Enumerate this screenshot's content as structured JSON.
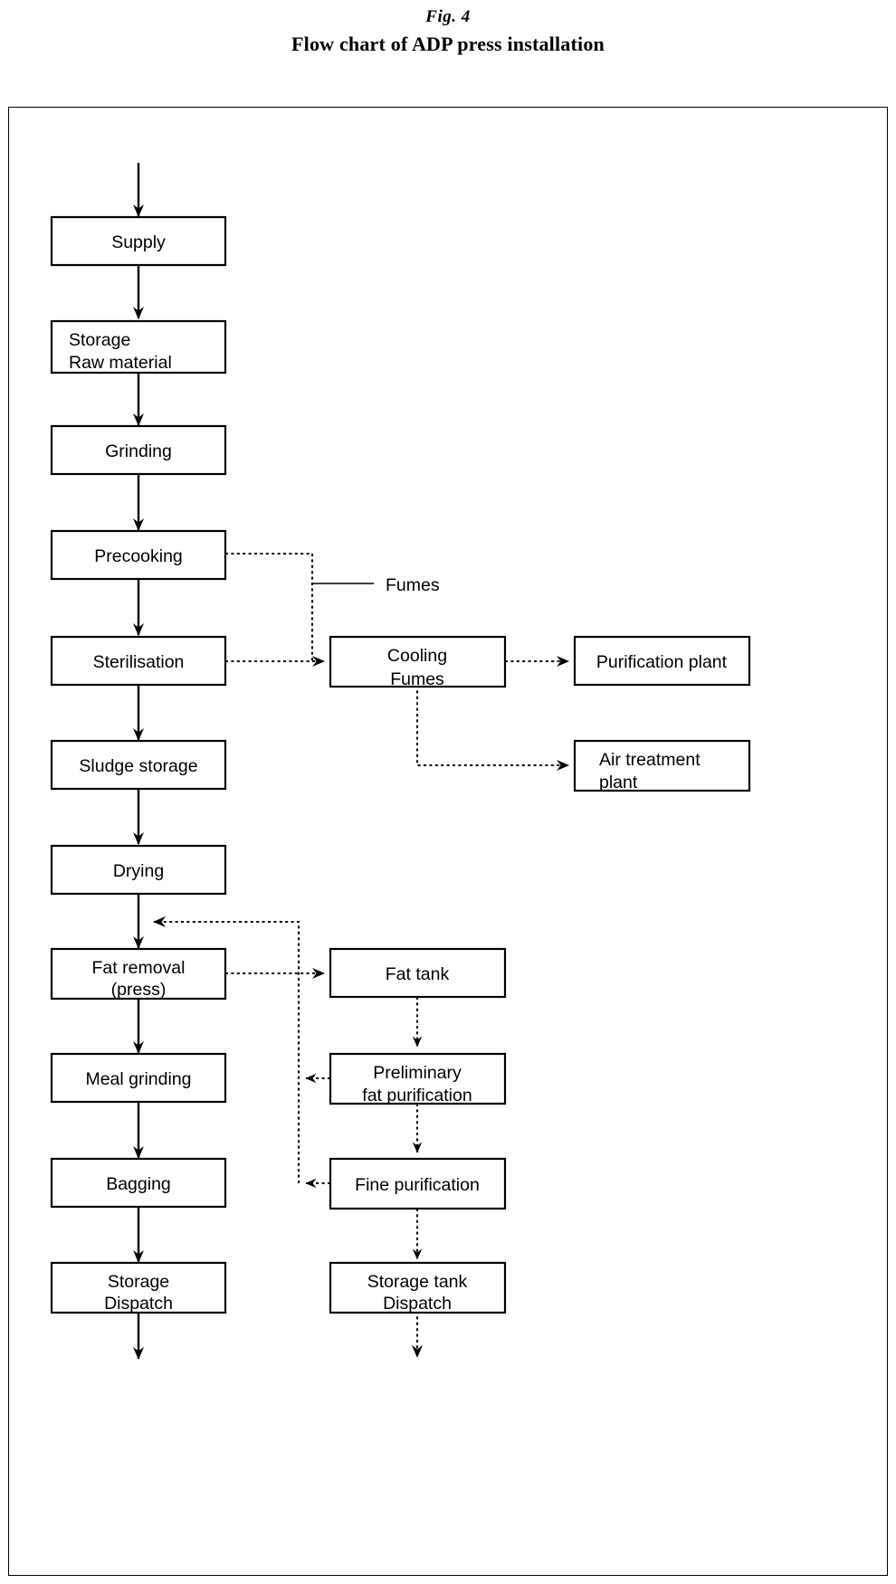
{
  "title": {
    "fig": "Fig. 4",
    "subtitle": "Flow chart of ADP press installation"
  },
  "diagram": {
    "type": "flowchart",
    "orientation": "top-to-bottom",
    "style": {
      "box_stroke": "#000000",
      "box_fill": "#ffffff",
      "solid_flow": "solid black arrow",
      "by_product_flow": "dotted black arrow"
    },
    "main_line_label": "Fumes",
    "nodes": [
      {
        "id": "supply",
        "label": "Supply",
        "column": "left",
        "align": "center"
      },
      {
        "id": "storage-raw",
        "label": "Storage\nRaw material",
        "column": "left",
        "align": "left"
      },
      {
        "id": "grinding",
        "label": "Grinding",
        "column": "left",
        "align": "center"
      },
      {
        "id": "precooking",
        "label": "Precooking",
        "column": "left",
        "align": "center"
      },
      {
        "id": "sterilisation",
        "label": "Sterilisation",
        "column": "left",
        "align": "center"
      },
      {
        "id": "sludge-storage",
        "label": "Sludge storage",
        "column": "left",
        "align": "center"
      },
      {
        "id": "drying",
        "label": "Drying",
        "column": "left",
        "align": "center"
      },
      {
        "id": "fat-removal",
        "label": "Fat removal\n(press)",
        "column": "left",
        "align": "center"
      },
      {
        "id": "meal-grinding",
        "label": "Meal grinding",
        "column": "left",
        "align": "center"
      },
      {
        "id": "bagging",
        "label": "Bagging",
        "column": "left",
        "align": "center"
      },
      {
        "id": "storage-dispatch",
        "label": "Storage\nDispatch",
        "column": "left",
        "align": "center"
      },
      {
        "id": "cooling-fumes",
        "label": "Cooling\nFumes",
        "column": "middle",
        "align": "center"
      },
      {
        "id": "fat-tank",
        "label": "Fat tank",
        "column": "middle",
        "align": "center"
      },
      {
        "id": "prelim-fat",
        "label": "Preliminary\nfat purification",
        "column": "middle",
        "align": "center"
      },
      {
        "id": "fine-purification",
        "label": "Fine purification",
        "column": "middle",
        "align": "center"
      },
      {
        "id": "storage-tank",
        "label": "Storage tank\nDispatch",
        "column": "middle",
        "align": "center"
      },
      {
        "id": "purification-plant",
        "label": "Purification plant",
        "column": "right",
        "align": "center"
      },
      {
        "id": "air-treatment",
        "label": "Air treatment\nplant",
        "column": "right",
        "align": "left"
      }
    ],
    "edges": [
      {
        "from": "input",
        "to": "supply",
        "style": "solid"
      },
      {
        "from": "supply",
        "to": "storage-raw",
        "style": "solid"
      },
      {
        "from": "storage-raw",
        "to": "grinding",
        "style": "solid"
      },
      {
        "from": "grinding",
        "to": "precooking",
        "style": "solid"
      },
      {
        "from": "precooking",
        "to": "sterilisation",
        "style": "solid"
      },
      {
        "from": "sterilisation",
        "to": "sludge-storage",
        "style": "solid"
      },
      {
        "from": "sludge-storage",
        "to": "drying",
        "style": "solid"
      },
      {
        "from": "drying",
        "to": "fat-removal",
        "style": "solid"
      },
      {
        "from": "fat-removal",
        "to": "meal-grinding",
        "style": "solid"
      },
      {
        "from": "meal-grinding",
        "to": "bagging",
        "style": "solid"
      },
      {
        "from": "bagging",
        "to": "storage-dispatch",
        "style": "solid"
      },
      {
        "from": "storage-dispatch",
        "to": "output",
        "style": "solid"
      },
      {
        "from": "precooking",
        "to": "cooling-fumes",
        "style": "dotted",
        "label": "Fumes"
      },
      {
        "from": "sterilisation",
        "to": "cooling-fumes",
        "style": "dotted"
      },
      {
        "from": "cooling-fumes",
        "to": "purification-plant",
        "style": "dotted"
      },
      {
        "from": "cooling-fumes",
        "to": "air-treatment",
        "style": "dotted"
      },
      {
        "from": "fat-removal",
        "to": "fat-tank",
        "style": "dotted"
      },
      {
        "from": "fat-tank",
        "to": "prelim-fat",
        "style": "dotted"
      },
      {
        "from": "prelim-fat",
        "to": "fat-removal",
        "style": "dotted",
        "note": "return loop"
      },
      {
        "from": "prelim-fat",
        "to": "fine-purification",
        "style": "dotted"
      },
      {
        "from": "fine-purification",
        "to": "fat-removal",
        "style": "dotted",
        "note": "return loop"
      },
      {
        "from": "fine-purification",
        "to": "storage-tank",
        "style": "dotted"
      },
      {
        "from": "storage-tank",
        "to": "output",
        "style": "dotted"
      }
    ]
  }
}
